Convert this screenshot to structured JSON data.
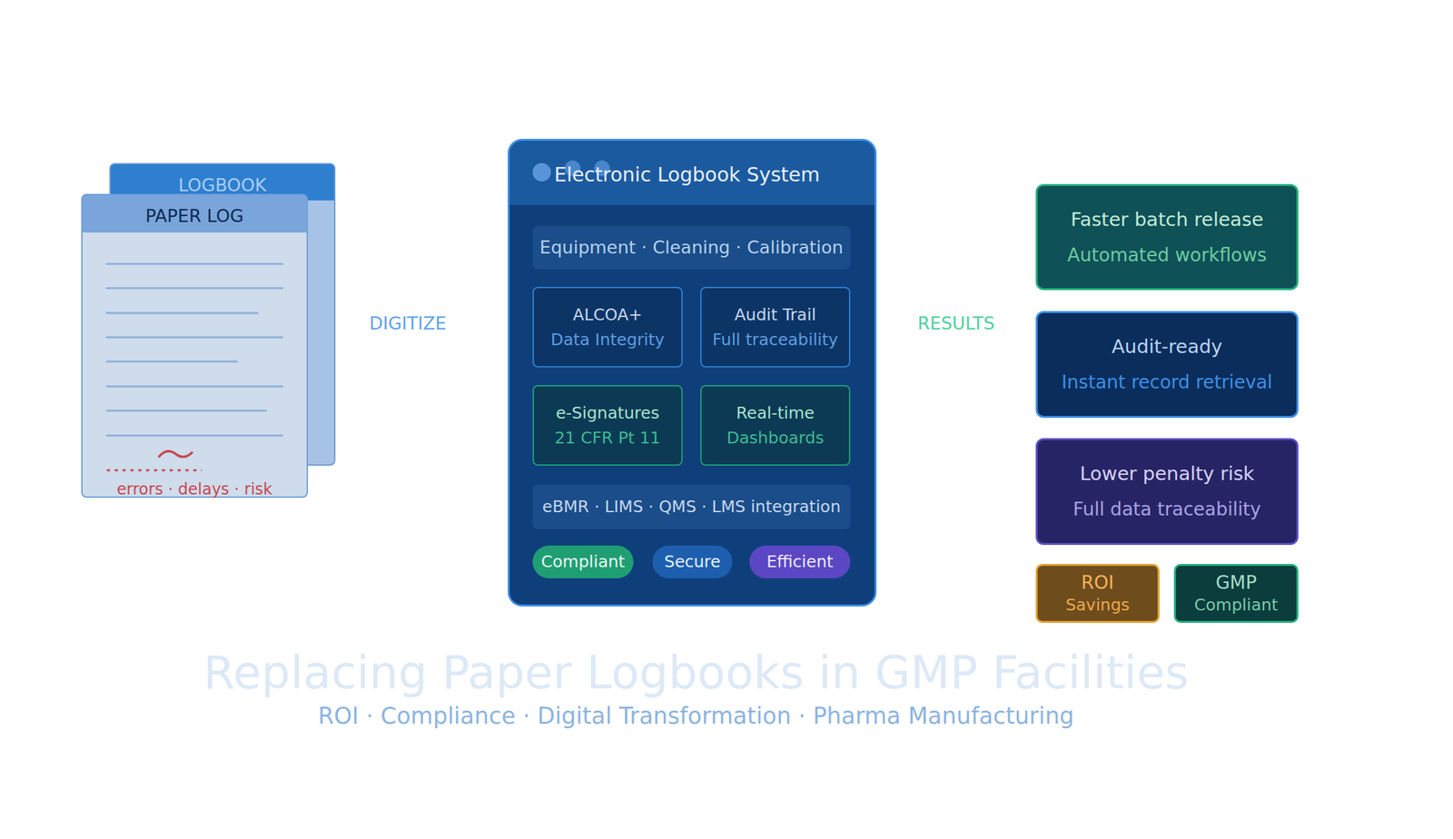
{
  "diagram": {
    "title": "Replacing Paper Logbooks in GMP Facilities",
    "caption": "ROI · Compliance · Digital Transformation · Pharma Manufacturing",
    "nodes": [
      {
        "text": [
          "LOGBOOK"
        ]
      },
      {
        "text": [
          "PAPER LOG",
          "errors · delays · risk"
        ]
      },
      {
        "text": [
          "Electronic Logbook System"
        ]
      },
      {
        "text": [
          "Equipment · Cleaning · Calibration"
        ],
        "in": 2
      },
      {
        "text": [
          "ALCOA+",
          "Data Integrity"
        ],
        "in": 2
      },
      {
        "text": [
          "Audit Trail",
          "Full traceability"
        ],
        "in": 2
      },
      {
        "text": [
          "e-Signatures",
          "21 CFR Pt 11"
        ],
        "in": 2
      },
      {
        "text": [
          "Real-time",
          "Dashboards"
        ],
        "in": 2
      },
      {
        "text": [
          "eBMR · LIMS · QMS · LMS integration"
        ],
        "in": 2
      },
      {
        "text": [
          "Compliant"
        ],
        "in": 2
      },
      {
        "text": [
          "Secure"
        ],
        "in": 2
      },
      {
        "text": [
          "Efficient"
        ],
        "in": 2
      },
      {
        "text": [
          "Faster batch release",
          "Automated workflows"
        ]
      },
      {
        "text": [
          "Audit-ready",
          "Instant record retrieval"
        ]
      },
      {
        "text": [
          "Lower penalty risk",
          "Full data traceability"
        ]
      },
      {
        "text": [
          "ROI",
          "Savings"
        ]
      },
      {
        "text": [
          "GMP",
          "Compliant"
        ]
      }
    ],
    "edges": [
      {
        "from": 1,
        "to": 2,
        "arrow": "to",
        "label": "DIGITIZE"
      },
      {
        "from": 2,
        "to": 13,
        "arrow": "to",
        "label": "RESULTS"
      }
    ]
  }
}
